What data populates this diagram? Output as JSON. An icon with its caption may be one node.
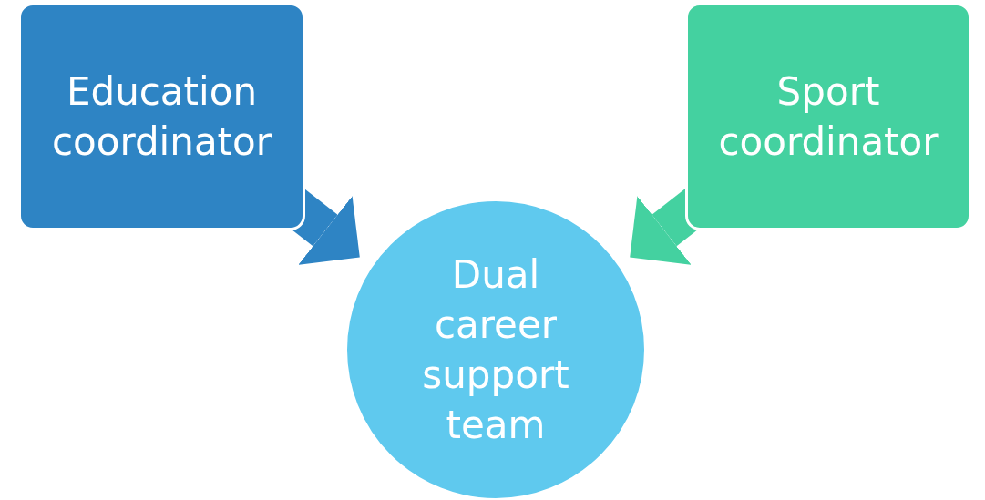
{
  "diagram": {
    "nodes": [
      {
        "text": [
          "Education coordinator"
        ]
      },
      {
        "text": [
          "Sport coordinator"
        ]
      },
      {
        "text": [
          "Dual career support team"
        ]
      }
    ],
    "edges": [
      {
        "from": 0,
        "to": 2,
        "arrow": "to",
        "color": "#2e84c4"
      },
      {
        "from": 1,
        "to": 2,
        "arrow": "to",
        "color": "#44d1a0"
      }
    ]
  }
}
